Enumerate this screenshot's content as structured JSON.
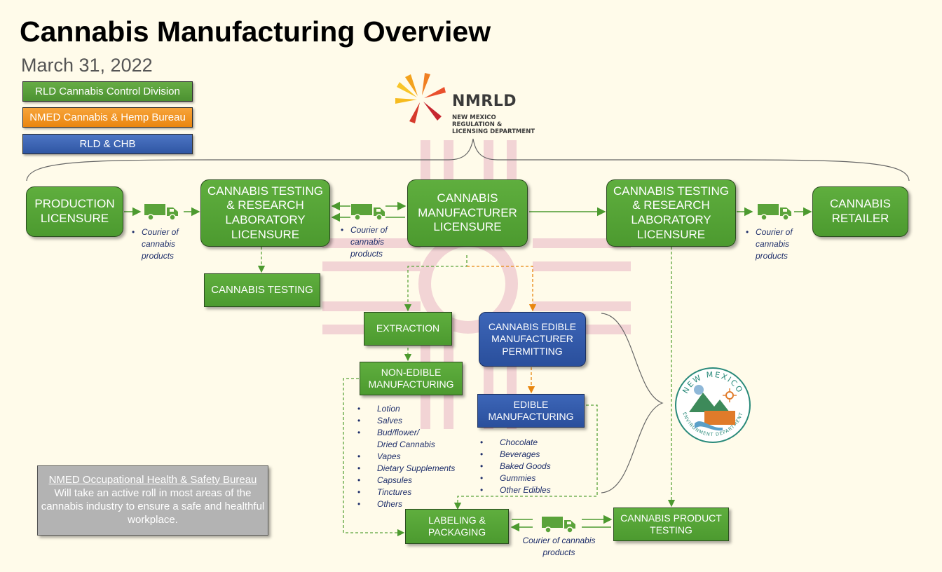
{
  "title": "Cannabis Manufacturing Overview",
  "date": "March 31, 2022",
  "legend": [
    {
      "label": "RLD Cannabis Control Division",
      "color": "#5aa33a"
    },
    {
      "label": "NMED Cannabis & Hemp Bureau",
      "color": "#f29a28"
    },
    {
      "label": "RLD & CHB",
      "color": "#3c63b3"
    }
  ],
  "logo": {
    "name": "NMRLD",
    "lines": [
      "NEW MEXICO",
      "REGULATION &",
      "LICENSING DEPARTMENT"
    ]
  },
  "nmed_logo": {
    "top_text": "NEW MEXICO",
    "bottom_text": "ENVIRONMENT DEPARTMENT"
  },
  "nodes": {
    "production": "PRODUCTION LICENSURE",
    "testing_lab_1": "CANNABIS TESTING & RESEARCH LABORATORY LICENSURE",
    "manufacturer": "CANNABIS MANUFACTURER LICENSURE",
    "testing_lab_2": "CANNABIS TESTING & RESEARCH LABORATORY LICENSURE",
    "retailer": "CANNABIS RETAILER",
    "cannabis_testing": "CANNABIS TESTING",
    "extraction": "EXTRACTION",
    "edible_permitting": "CANNABIS EDIBLE MANUFACTURER PERMITTING",
    "non_edible": "NON-EDIBLE MANUFACTURING",
    "edible": "EDIBLE MANUFACTURING",
    "labeling": "LABELING & PACKAGING",
    "product_testing": "CANNABIS PRODUCT TESTING"
  },
  "courier_note": "Courier of cannabis products",
  "non_edible_items": [
    "Lotion",
    "Salves",
    "Bud/flower/ Dried Cannabis",
    "Vapes",
    "Dietary Supplements",
    "Capsules",
    "Tinctures",
    "Others"
  ],
  "edible_items": [
    "Chocolate",
    "Beverages",
    "Baked Goods",
    "Gummies",
    "Other Edibles"
  ],
  "osh": {
    "title": "NMED Occupational Health & Safety Bureau",
    "body": "Will take an active roll in most areas of the cannabis industry to ensure a safe and healthful workplace."
  },
  "colors": {
    "green": "#5aa33a",
    "orange": "#f29a28",
    "blue": "#3c63b3",
    "gray": "#b3b3b3",
    "navy_text": "#1f2f6b"
  }
}
